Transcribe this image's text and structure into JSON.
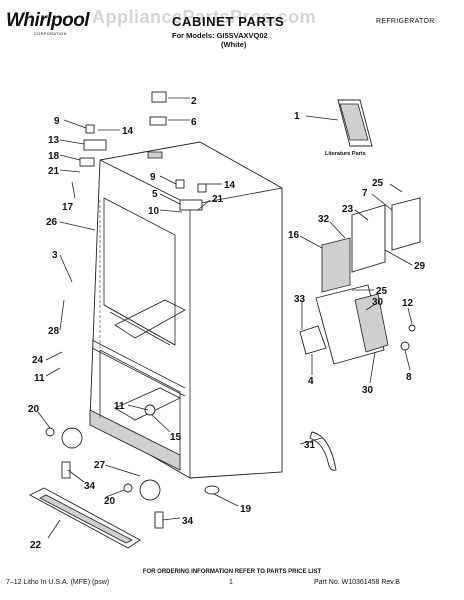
{
  "header": {
    "brand": "Whirlpool",
    "brand_sub": "CORPORATION",
    "watermark": "AppliancePartsPros.com",
    "title": "CABINET PARTS",
    "models": "For Models: GI5SVAXVQ02",
    "color": "(White)",
    "section": "REFRIGERATOR"
  },
  "literature_label": "Literature Parts",
  "callouts": [
    {
      "id": "c2",
      "text": "2"
    },
    {
      "id": "c6",
      "text": "6"
    },
    {
      "id": "c1",
      "text": "1"
    },
    {
      "id": "c9a",
      "text": "9"
    },
    {
      "id": "c14a",
      "text": "14"
    },
    {
      "id": "c13",
      "text": "13"
    },
    {
      "id": "c18",
      "text": "18"
    },
    {
      "id": "c21a",
      "text": "21"
    },
    {
      "id": "c17",
      "text": "17"
    },
    {
      "id": "c26",
      "text": "26"
    },
    {
      "id": "c9b",
      "text": "9"
    },
    {
      "id": "c14b",
      "text": "14"
    },
    {
      "id": "c5",
      "text": "5"
    },
    {
      "id": "c10",
      "text": "10"
    },
    {
      "id": "c21b",
      "text": "21"
    },
    {
      "id": "c3",
      "text": "3"
    },
    {
      "id": "c28",
      "text": "28"
    },
    {
      "id": "c24",
      "text": "24"
    },
    {
      "id": "c11a",
      "text": "11"
    },
    {
      "id": "c25a",
      "text": "25"
    },
    {
      "id": "c7",
      "text": "7"
    },
    {
      "id": "c23",
      "text": "23"
    },
    {
      "id": "c32",
      "text": "32"
    },
    {
      "id": "c16",
      "text": "16"
    },
    {
      "id": "c29",
      "text": "29"
    },
    {
      "id": "c25b",
      "text": "25"
    },
    {
      "id": "c33",
      "text": "33"
    },
    {
      "id": "c30a",
      "text": "30"
    },
    {
      "id": "c12",
      "text": "12"
    },
    {
      "id": "c4",
      "text": "4"
    },
    {
      "id": "c8",
      "text": "8"
    },
    {
      "id": "c30b",
      "text": "30"
    },
    {
      "id": "c11b",
      "text": "11"
    },
    {
      "id": "c15",
      "text": "15"
    },
    {
      "id": "c20a",
      "text": "20"
    },
    {
      "id": "c27",
      "text": "27"
    },
    {
      "id": "c34a",
      "text": "34"
    },
    {
      "id": "c20b",
      "text": "20"
    },
    {
      "id": "c31",
      "text": "31"
    },
    {
      "id": "c34b",
      "text": "34"
    },
    {
      "id": "c19",
      "text": "19"
    },
    {
      "id": "c22",
      "text": "22"
    }
  ],
  "footer": {
    "order_info": "FOR ORDERING INFORMATION REFER TO PARTS PRICE LIST",
    "left": "7–12 Litho In U.S.A. (MFE) (psw)",
    "page": "1",
    "part": "Part No. W10361458 Rev.B"
  }
}
